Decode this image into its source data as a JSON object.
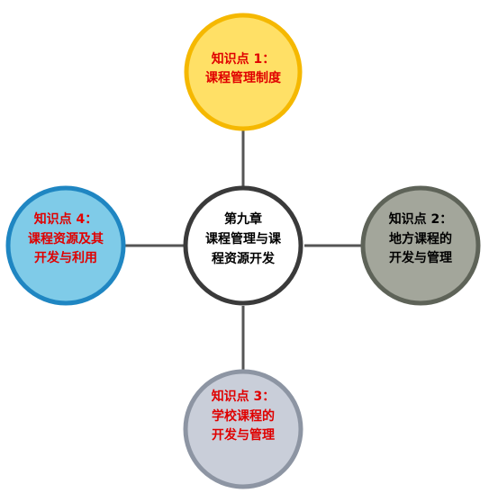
{
  "center": {
    "lines": [
      "第九章",
      "课程管理与课",
      "程资源开发"
    ],
    "color": "#000000",
    "fill": "#ffffff",
    "border": "#3a3a3a"
  },
  "nodes": [
    {
      "id": "top",
      "lines": [
        "知识点 1：",
        "课程管理制度"
      ],
      "line_colors": [
        "#e00000",
        "#e00000"
      ],
      "fill": "#ffe066",
      "border": "#f5b800"
    },
    {
      "id": "right",
      "lines": [
        "知识点 2：",
        "地方课程的",
        "开发与管理"
      ],
      "line_colors": [
        "#000000",
        "#000000",
        "#000000"
      ],
      "fill": "#a3a69b",
      "border": "#5e6358"
    },
    {
      "id": "bottom",
      "lines": [
        "知识点 3：",
        "学校课程的",
        "开发与管理"
      ],
      "line_colors": [
        "#e00000",
        "#e00000",
        "#e00000"
      ],
      "fill": "#c9ced9",
      "border": "#8d95a3"
    },
    {
      "id": "left",
      "lines": [
        "知识点 4：",
        "课程资源及其",
        "开发与利用"
      ],
      "line_colors": [
        "#e00000",
        "#e00000",
        "#e00000"
      ],
      "fill": "#7fcbe8",
      "border": "#1f86c2"
    }
  ],
  "connector_color": "#555555"
}
